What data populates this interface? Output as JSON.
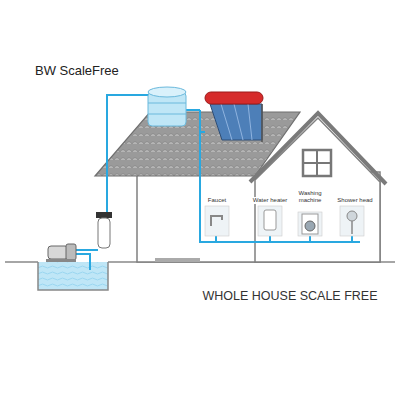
{
  "diagram": {
    "title": "BW ScaleFree",
    "caption": "WHOLE HOUSE SCALE FREE",
    "labels": [
      "Faucet",
      "Water heater",
      "Washing machine",
      "Shower head"
    ]
  }
}
